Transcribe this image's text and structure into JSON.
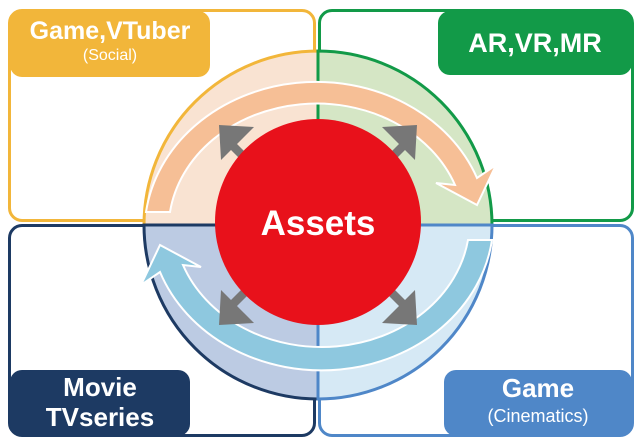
{
  "center": {
    "label": "Assets",
    "color": "#e8111b"
  },
  "quadrants": {
    "top_left": {
      "title": "Game,VTuber",
      "subtitle": "(Social)",
      "color": "#f2b63a",
      "tint": "#f9e3d2"
    },
    "top_right": {
      "title": "AR,VR,MR",
      "color": "#129a48",
      "tint": "#d5e6c5"
    },
    "bottom_left": {
      "title_line1": "Movie",
      "title_line2": "TVseries",
      "color": "#1d3a63",
      "tint": "#bccbe3"
    },
    "bottom_right": {
      "title": "Game",
      "subtitle": "(Cinematics)",
      "color": "#4f87c8",
      "tint": "#d6e9f5"
    }
  },
  "arrows": {
    "upper_cycle_color": "#f6bf96",
    "lower_cycle_color": "#8ec8df",
    "diagonal_color": "#777777"
  }
}
